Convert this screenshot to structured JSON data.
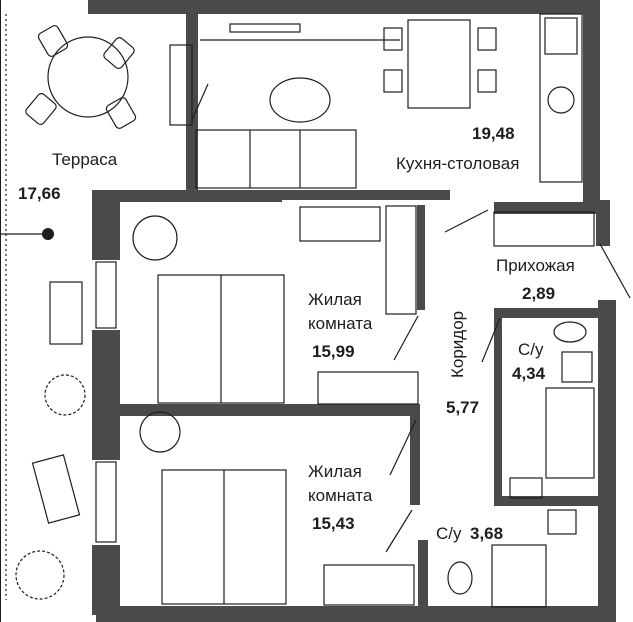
{
  "rooms": [
    {
      "key": "terrace",
      "name": "Терраса",
      "area": "17,66"
    },
    {
      "key": "kitchen",
      "name": "Кухня-столовая",
      "area": "19,48"
    },
    {
      "key": "hall",
      "name": "Прихожая",
      "area": "2,89"
    },
    {
      "key": "living1",
      "name_line1": "Жилая",
      "name_line2": "комната",
      "area": "15,99"
    },
    {
      "key": "living2",
      "name_line1": "Жилая",
      "name_line2": "комната",
      "area": "15,43"
    },
    {
      "key": "corridor",
      "name": "Коридор",
      "area": "5,77"
    },
    {
      "key": "bath1",
      "name": "С/у",
      "area": "4,34"
    },
    {
      "key": "bath2",
      "name": "С/у",
      "area": "3,68"
    }
  ],
  "colors": {
    "wall": "#4a4a4a",
    "line": "#1e1e1e",
    "background": "#ffffff"
  }
}
